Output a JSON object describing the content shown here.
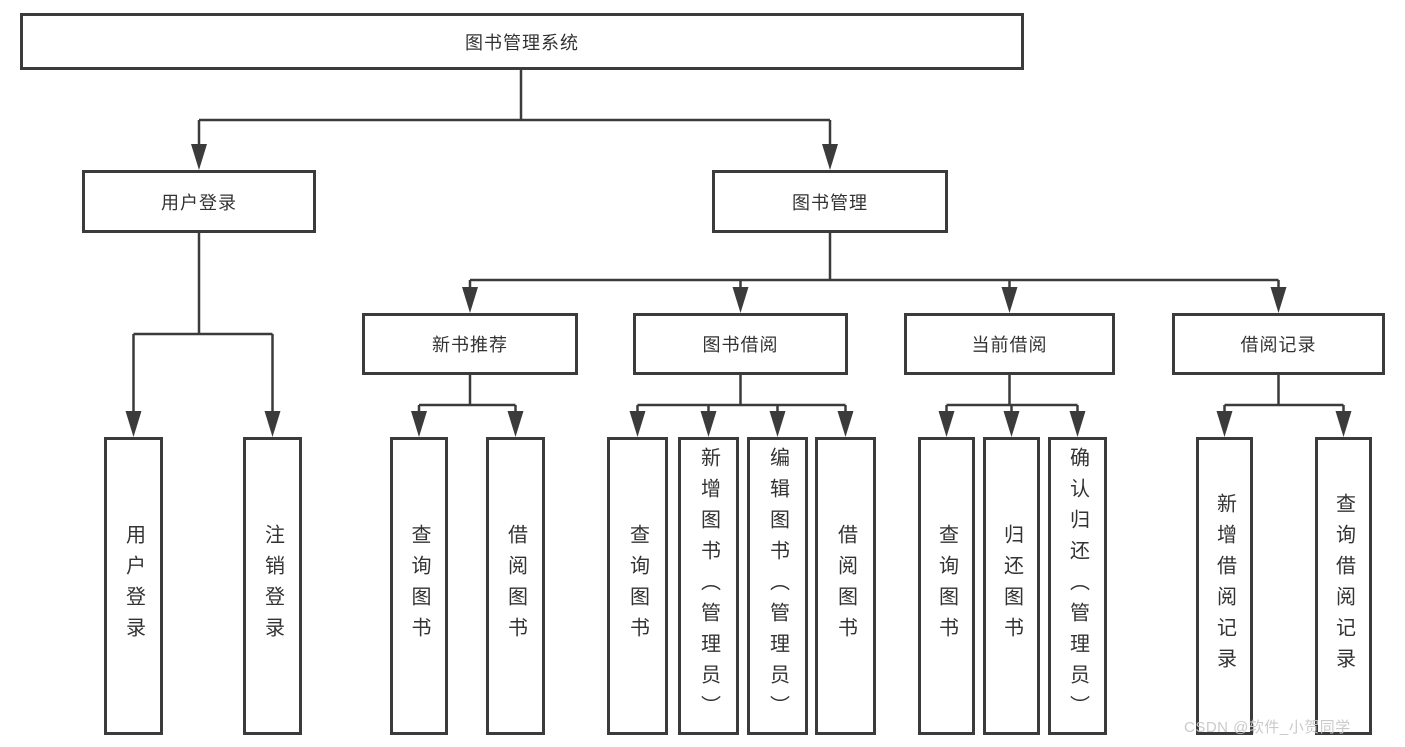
{
  "diagram": {
    "root": {
      "label": "图书管理系统"
    },
    "user_login": {
      "label": "用户登录",
      "children": [
        {
          "label": "用户登录"
        },
        {
          "label": "注销登录"
        }
      ]
    },
    "book_management": {
      "label": "图书管理",
      "sections": [
        {
          "label": "新书推荐",
          "children": [
            {
              "label": "查询图书"
            },
            {
              "label": "借阅图书"
            }
          ]
        },
        {
          "label": "图书借阅",
          "children": [
            {
              "label": "查询图书"
            },
            {
              "label": "新增图书（管理员）"
            },
            {
              "label": "编辑图书（管理员）"
            },
            {
              "label": "借阅图书"
            }
          ]
        },
        {
          "label": "当前借阅",
          "children": [
            {
              "label": "查询图书"
            },
            {
              "label": "归还图书"
            },
            {
              "label": "确认归还（管理员）"
            }
          ]
        },
        {
          "label": "借阅记录",
          "children": [
            {
              "label": "新增借阅记录"
            },
            {
              "label": "查询借阅记录"
            }
          ]
        }
      ]
    }
  },
  "watermark": {
    "text": "CSDN @软件_小贺同学"
  },
  "colors": {
    "line": "#3b3b3b",
    "text": "#333333",
    "background": "#ffffff",
    "watermark": "#c8c8c8"
  }
}
